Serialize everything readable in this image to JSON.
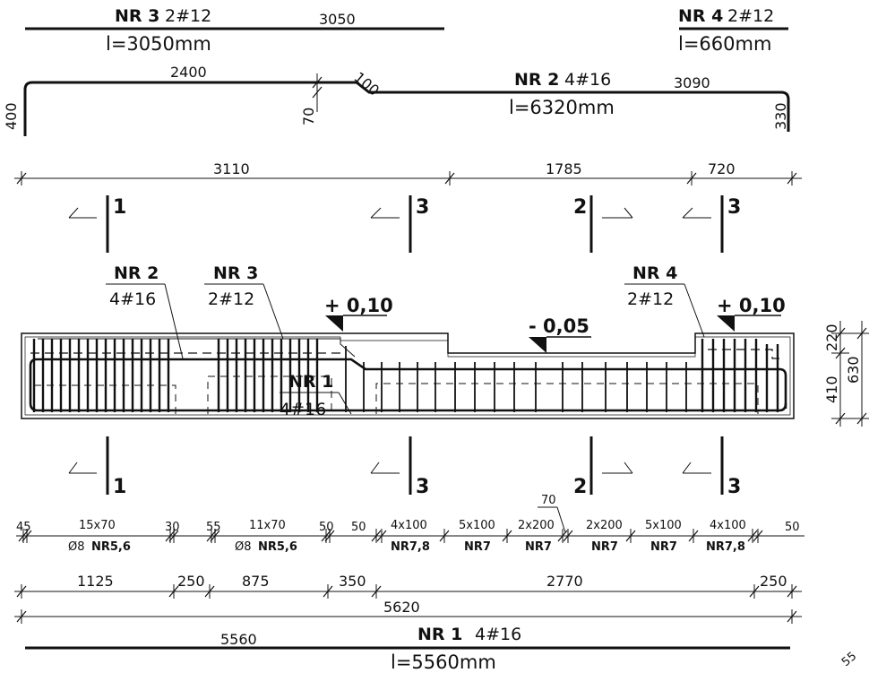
{
  "bars": {
    "nr3": {
      "mark": "NR 3",
      "qty": "2#12",
      "length_label": "3050",
      "length_text": "l=3050mm"
    },
    "nr4": {
      "mark": "NR 4",
      "qty": "2#12",
      "length_text": "l=660mm"
    },
    "nr2": {
      "mark": "NR 2",
      "qty": "4#16",
      "length_text": "l=6320mm",
      "seg_left": "2400",
      "seg_right": "3090",
      "hook_left": "400",
      "hook_right": "330",
      "offset": "70",
      "slope": "100"
    },
    "nr1": {
      "mark": "NR 1",
      "qty": "4#16",
      "length_label": "5560",
      "length_text": "l=5560mm"
    }
  },
  "top_dims": [
    "3110",
    "1785",
    "720"
  ],
  "sections": {
    "s1": "1",
    "s2": "2",
    "s3": "3"
  },
  "callouts": {
    "nr2": {
      "mark": "NR 2",
      "qty": "4#16"
    },
    "nr3": {
      "mark": "NR 3",
      "qty": "2#12"
    },
    "nr4": {
      "mark": "NR 4",
      "qty": "2#12"
    },
    "nr1": {
      "mark": "NR 1",
      "qty": "4#16"
    }
  },
  "levels": {
    "left": "+ 0,10",
    "middle": "- 0,05",
    "right": "+ 0,10"
  },
  "height_dims": {
    "upper": "220",
    "lower": "410",
    "total": "630"
  },
  "stirrups": {
    "end_left": "45",
    "spacing_a": "15x70",
    "gap_a": "30",
    "gap_b": "55",
    "spacing_b": "11x70",
    "gap_c": "50",
    "dia": "Ø8",
    "mark_a": "NR5,6",
    "gap_d": "50",
    "g1": "4x100",
    "g1_mark": "NR7,8",
    "g2": "5x100",
    "g2_mark": "NR7",
    "g3": "2x200",
    "g3_mark": "NR7",
    "g4": "2x200",
    "g4_mark": "NR7",
    "g5": "5x100",
    "g5_mark": "NR7",
    "g6": "4x100",
    "g6_mark": "NR7,8",
    "end_right": "50",
    "small": "70"
  },
  "bottom_dims": [
    "1125",
    "250",
    "875",
    "350",
    "2770",
    "250"
  ],
  "overall": "5620",
  "corner_mark": "55"
}
